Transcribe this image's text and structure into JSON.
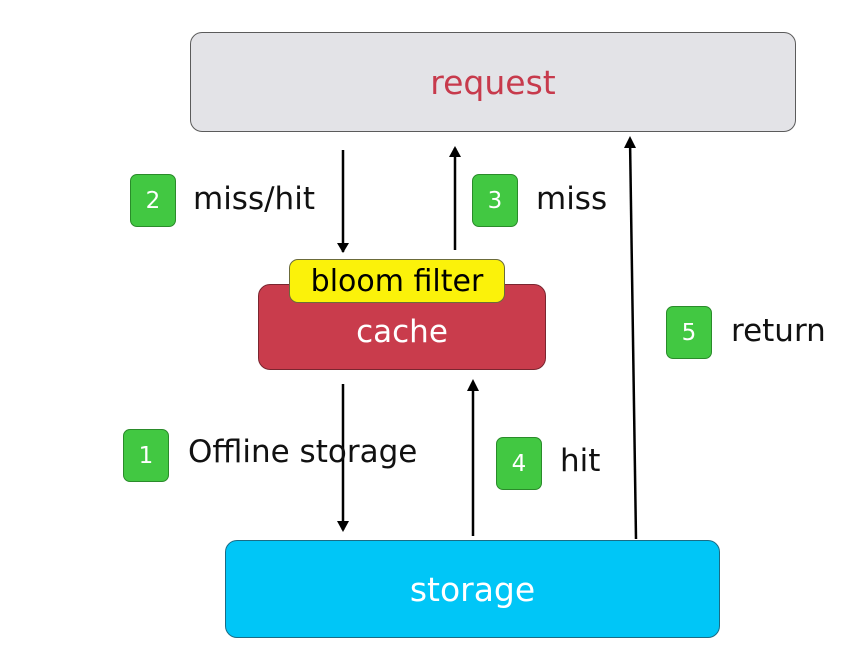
{
  "nodes": {
    "request": "request",
    "cache": "cache",
    "bloom_filter": "bloom filter",
    "storage": "storage"
  },
  "steps": [
    {
      "number": "2",
      "label": "miss/hit"
    },
    {
      "number": "3",
      "label": "miss"
    },
    {
      "number": "5",
      "label": "return"
    },
    {
      "number": "1",
      "label": "Offline storage"
    },
    {
      "number": "4",
      "label": "hit"
    }
  ],
  "colors": {
    "request_fill": "#e3e3e7",
    "request_text": "#c73a4c",
    "cache_fill": "#c93c4c",
    "bloom_fill": "#fbf20a",
    "storage_fill": "#00c6f7",
    "badge_fill": "#42c842"
  }
}
